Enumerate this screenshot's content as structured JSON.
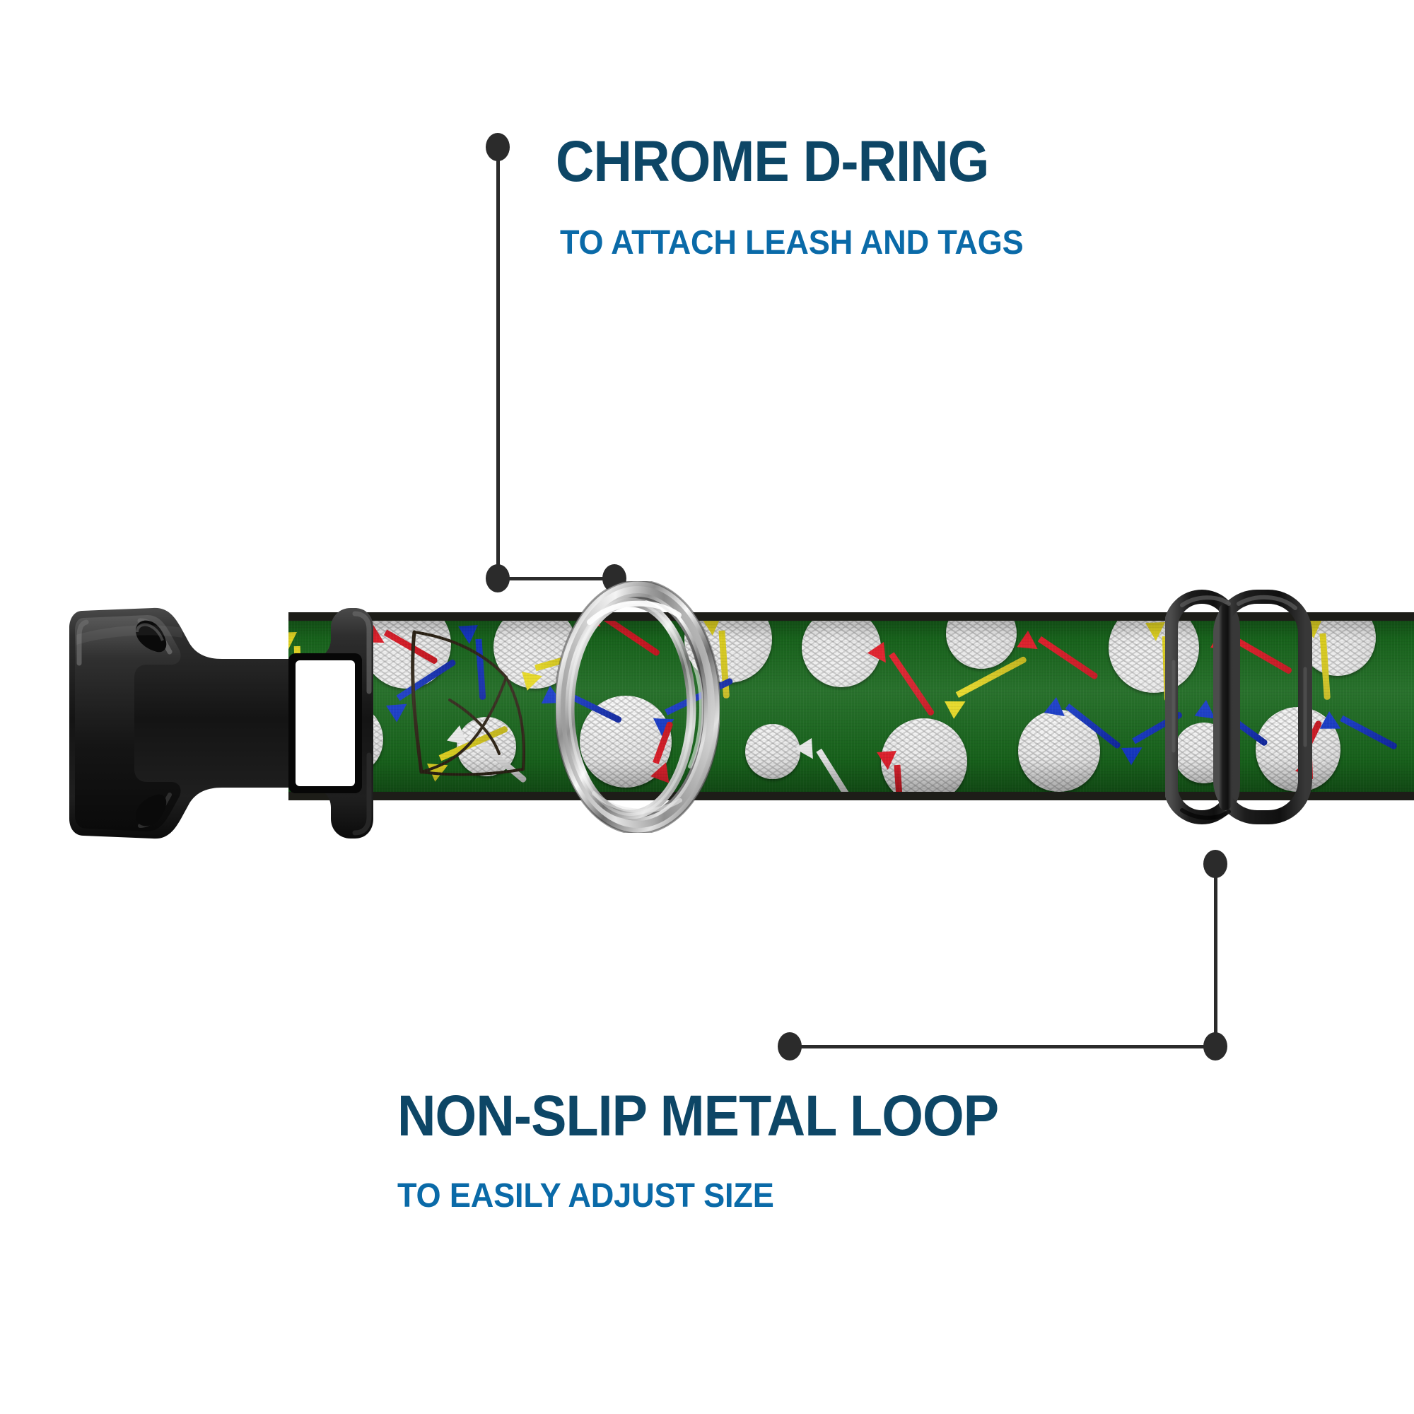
{
  "image": {
    "kind": "product-feature-infographic",
    "subject": "adjustable dog collar with golf balls and tees pattern",
    "background_color": "#ffffff"
  },
  "palette": {
    "heading_navy": "#0d4666",
    "subheading_blue": "#0a6aa8",
    "leader_line_black": "#2b2b2b",
    "strap_green": "#18661c",
    "strap_edge_black": "#1d1d18",
    "buckle_black": "#1a1a1a",
    "chrome_light": "#f2f2f2",
    "chrome_mid": "#9a9a9a",
    "chrome_dark": "#4a4a4a",
    "tee_red": "#e8222e",
    "tee_blue": "#1438c8",
    "tee_yellow": "#e8da22",
    "tee_white": "#f2f2f2",
    "golf_ball_white": "#ffffff"
  },
  "callouts": [
    {
      "id": "chrome-d-ring",
      "title": "CHROME D-RING",
      "subtitle": "TO ATTACH LEASH AND TAGS",
      "target": "d-ring",
      "title_color": "#0d4666",
      "subtitle_color": "#0a6aa8"
    },
    {
      "id": "non-slip-metal-loop",
      "title": "NON-SLIP METAL LOOP",
      "subtitle": "TO EASILY ADJUST SIZE",
      "target": "slider-loop",
      "title_color": "#0d4666",
      "subtitle_color": "#0a6aa8"
    }
  ],
  "product_parts": [
    {
      "name": "side-release-buckle",
      "material": "black plastic"
    },
    {
      "name": "collar-strap",
      "material": "woven polyester webbing"
    },
    {
      "name": "d-ring",
      "material": "chrome metal"
    },
    {
      "name": "slider-loop",
      "material": "black coated metal"
    }
  ],
  "pattern": {
    "name": "golf-balls-and-tees",
    "background": "#18661c",
    "motifs": [
      "golf-ball",
      "golf-tee-red",
      "golf-tee-blue",
      "golf-tee-yellow",
      "golf-tee-white"
    ]
  }
}
